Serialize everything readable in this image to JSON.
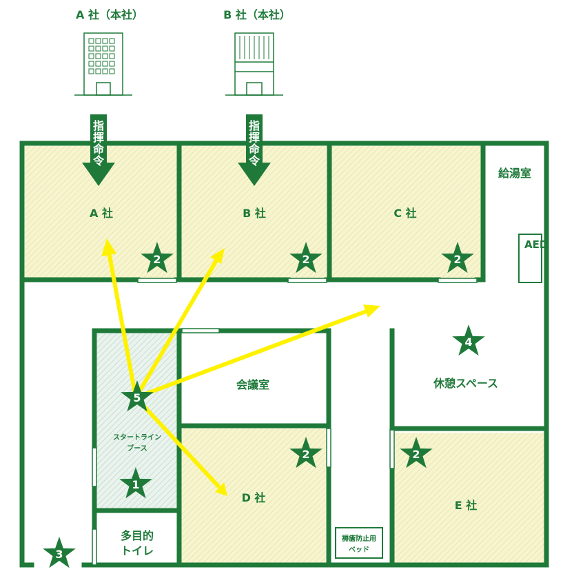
{
  "headquarters": {
    "a": "A 社（本社）",
    "b": "B 社（本社）"
  },
  "command_label": [
    "指",
    "揮",
    "命",
    "令"
  ],
  "rooms": {
    "a": "A 社",
    "b": "B 社",
    "c": "C 社",
    "d": "D 社",
    "e": "E 社",
    "kitchen": "給湯室",
    "aed": [
      "A",
      "E",
      "D"
    ],
    "meeting": "会議室",
    "rest": "休憩スペース",
    "start_booth_line1": "スタートライン",
    "start_booth_line2": "ブース",
    "toilet_line1": "多目的",
    "toilet_line2": "トイレ",
    "bed_line1": "褥瘡防止用",
    "bed_line2": "ベッド"
  },
  "stars": [
    "1",
    "2",
    "2",
    "2",
    "2",
    "2",
    "3",
    "4",
    "5"
  ],
  "colors": {
    "green": "#1f7a3a",
    "room_fill": "#f7f5cf",
    "booth_fill": "#e3efe9",
    "arrow": "#fff200"
  }
}
